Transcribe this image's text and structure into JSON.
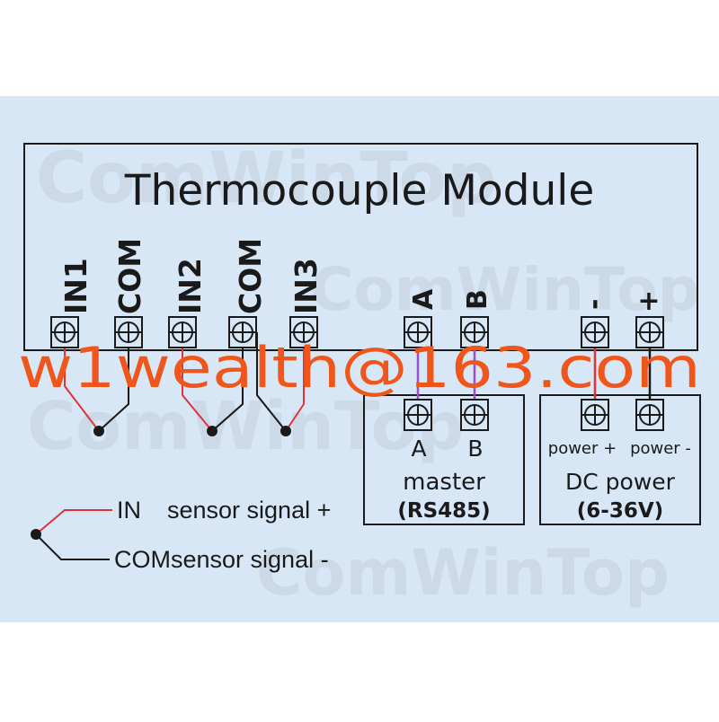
{
  "module": {
    "title": "Thermocouple Module",
    "input_terminals": [
      "IN1",
      "COM",
      "IN2",
      "COM",
      "IN3"
    ],
    "rs485_terminals": [
      "A",
      "B"
    ],
    "power_terminals": [
      "-",
      "+"
    ]
  },
  "master_box": {
    "terminals": [
      "A",
      "B"
    ],
    "line1": "master",
    "line2": "(RS485)"
  },
  "power_box": {
    "terminals": [
      "power +",
      "power -"
    ],
    "line1": "DC power",
    "line2": "(6-36V)"
  },
  "legend": {
    "in_label": "IN",
    "in_text": "sensor signal +",
    "com_label": "COM",
    "com_text": "sensor signal -"
  },
  "watermark": {
    "brand": "ComWinTop",
    "email": "w1wealth@163.com"
  },
  "colors": {
    "panel_bg": "#d8e7f5",
    "line": "#1a1a1a",
    "positive_wire": "#e0343a",
    "rs485_wire": "#9b4fd0",
    "email_text": "#f0561c"
  }
}
